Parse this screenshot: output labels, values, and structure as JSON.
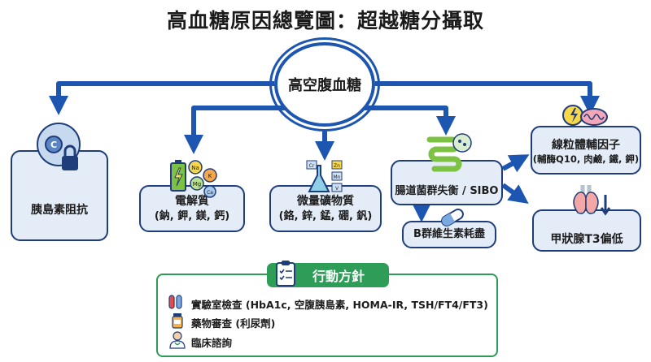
{
  "title": "高血糖原因總覽圖：超越糖分攝取",
  "center": "高空腹血糖",
  "nodes": {
    "insulin_resistance": "胰島素阻抗",
    "electrolytes_title": "電解質",
    "electrolytes_sub": "(鈉, 鉀, 鎂, 鈣)",
    "electrolyte_symbols": [
      "Na",
      "K",
      "Mg",
      "Ca"
    ],
    "trace_title": "微量礦物質",
    "trace_sub": "(鉻, 鋅, 錳, 硼, 釩)",
    "trace_symbols": [
      "Cr",
      "Zn",
      "Mn",
      "V"
    ],
    "gut": "腸道菌群失衡 / SIBO",
    "b_vitamins": "B群維生素耗盡",
    "mito_title": "線粒體輔因子",
    "mito_sub": "(輔酶Q10, 肉鹼, 鐵, 鉀)",
    "thyroid": "甲狀腺T3偏低"
  },
  "action": {
    "header": "行動方針",
    "items": [
      "實驗室檢查 (HbA1c, 空腹胰島素, HOMA-IR, TSH/FT4/FT3)",
      "藥物審查 (利尿劑)",
      "臨床諮詢"
    ]
  },
  "colors": {
    "arrow": "#1d56b0",
    "node_fill": "#e3ecf7",
    "node_border": "#1f3d7a",
    "action_green": "#2e9d57"
  }
}
